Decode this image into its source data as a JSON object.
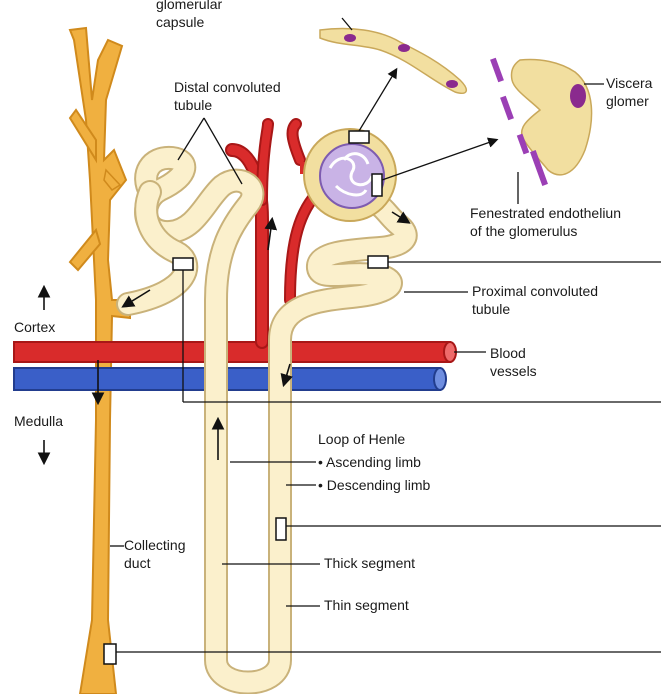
{
  "labels": {
    "glomerular_capsule_line1": "glomerular",
    "glomerular_capsule_line2": "capsule",
    "distal_line1": "Distal convoluted",
    "distal_line2": "tubule",
    "visceral_line1": "Viscera",
    "visceral_line2": "glomer",
    "fenestrated_line1": "Fenestrated endotheliun",
    "fenestrated_line2": "of the glomerulus",
    "proximal_line1": "Proximal convoluted",
    "proximal_line2": "tubule",
    "cortex": "Cortex",
    "blood_line1": "Blood",
    "blood_line2": "vessels",
    "medulla": "Medulla",
    "loop_title": "Loop of Henle",
    "ascending": "• Ascending limb",
    "descending": "• Descending limb",
    "collecting_line1": "Collecting",
    "collecting_line2": "duct",
    "thick": "Thick segment",
    "thin": "Thin segment"
  },
  "colors": {
    "collecting_duct": "#f0b040",
    "tubule_fill": "#fbf0cc",
    "tubule_outline": "#c9b27a",
    "artery": "#d92b2b",
    "vein": "#3a5fc8",
    "capsule": "#f2dfa0",
    "glomerulus": "#c9b3e6",
    "nucleus": "#8a2a8e",
    "line": "#111111"
  }
}
